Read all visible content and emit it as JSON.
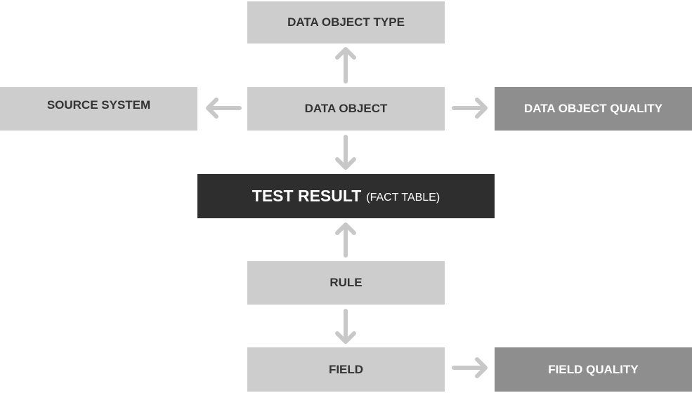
{
  "nodes": {
    "data_object_type": "DATA OBJECT TYPE",
    "source_system": "SOURCE SYSTEM",
    "data_object": "DATA OBJECT",
    "data_object_quality": "DATA OBJECT QUALITY",
    "test_result": "TEST RESULT",
    "test_result_note": "(FACT TABLE)",
    "rule": "RULE",
    "field": "FIELD",
    "field_quality": "FIELD QUALITY"
  },
  "colors": {
    "light_box": "#cdcdcd",
    "medium_box": "#8e8e8e",
    "dark_box": "#2e2e2e",
    "arrow": "#c8c8c8"
  }
}
